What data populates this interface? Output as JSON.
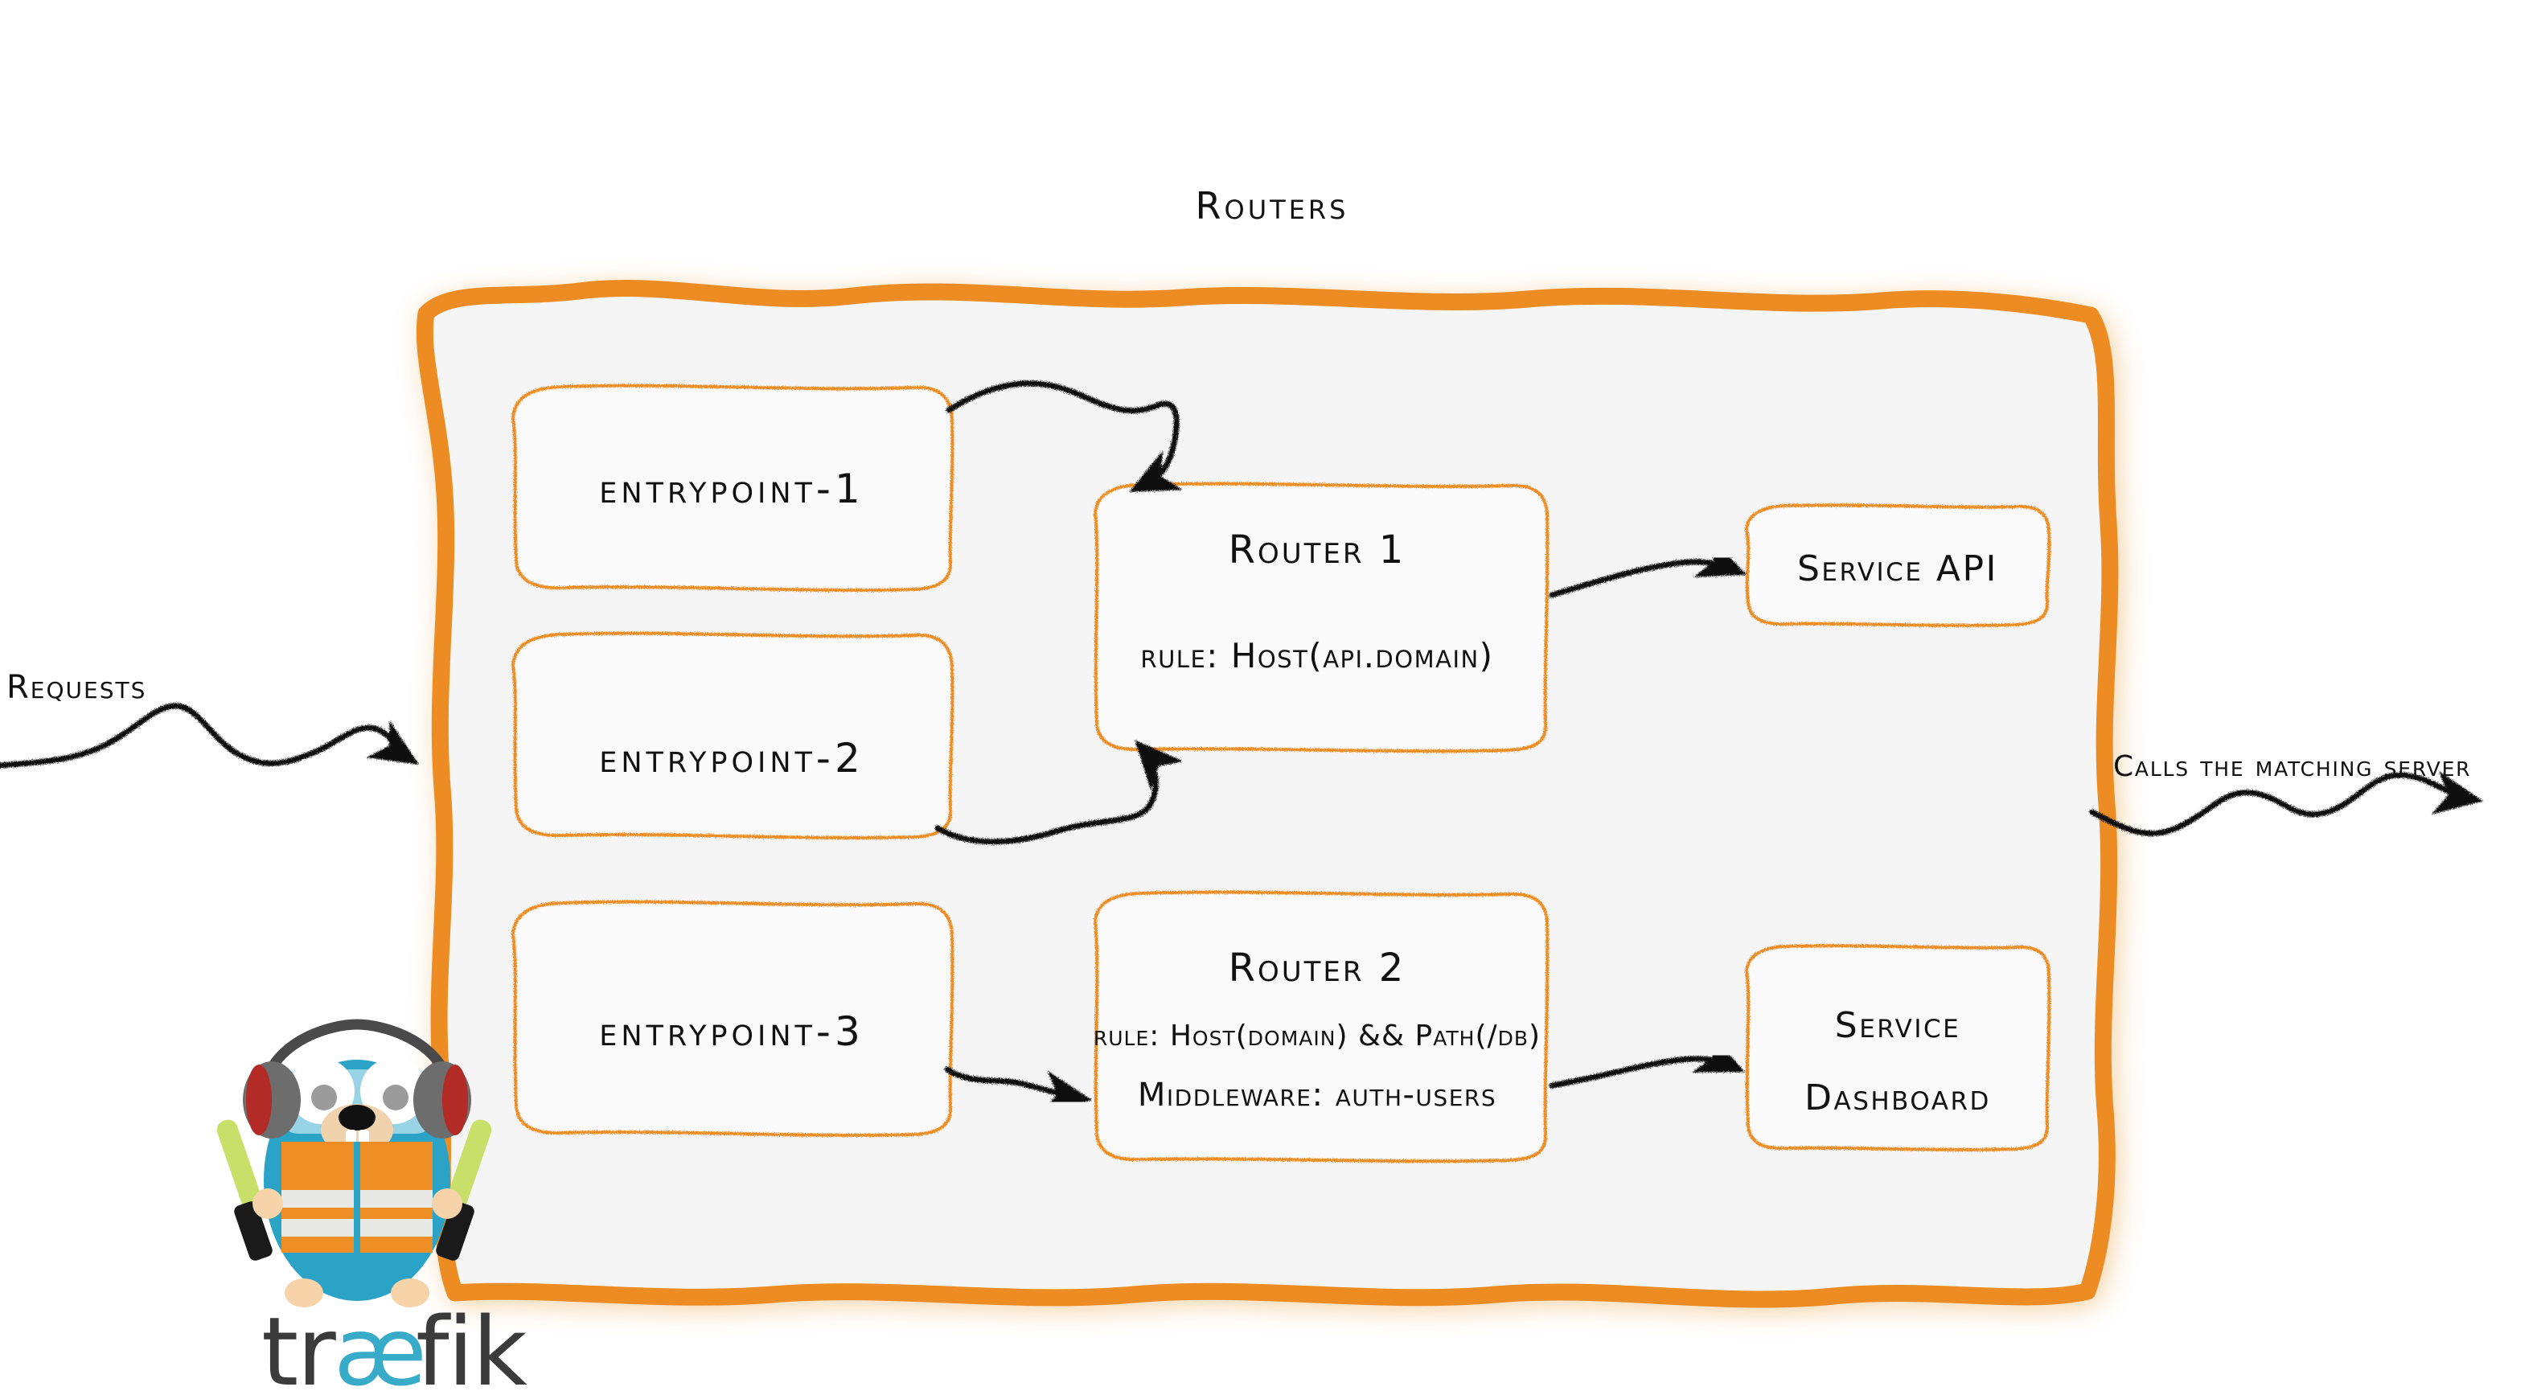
{
  "diagram": {
    "title": "Routers",
    "brand_color": "#ED8C22",
    "panel_fill": "#F5F5F5",
    "ink_color": "#111111"
  },
  "entrypoints": [
    {
      "label": "entrypoint-1"
    },
    {
      "label": "entrypoint-2"
    },
    {
      "label": "entrypoint-3"
    }
  ],
  "routers": [
    {
      "name": "Router 1",
      "rule_line": "rule: Host(api.domain)"
    },
    {
      "name": "Router 2",
      "rule_line": "rule: Host(domain) && Path(/db)",
      "middleware_line": "Middleware: auth-users"
    }
  ],
  "services": [
    {
      "label": "Service API"
    },
    {
      "label_line1": "Service",
      "label_line2": "Dashboard"
    }
  ],
  "annotations": {
    "left_label": "Requests",
    "right_label": "Calls the matching server"
  },
  "logo": {
    "wordmark_part1": "tr",
    "wordmark_part2": "æ",
    "wordmark_part3": "fik",
    "body_color": "#2BA3C7",
    "vest_color": "#F08E26",
    "stripe_color": "#E8E8E4",
    "headphone_cup": "#6D6D6D",
    "headphone_trim": "#B22B26",
    "wand_color": "#C8E06A",
    "skin_color": "#F6D3A8",
    "wordmark_dark": "#3B3B3B",
    "wordmark_cyan": "#37ABC8"
  }
}
